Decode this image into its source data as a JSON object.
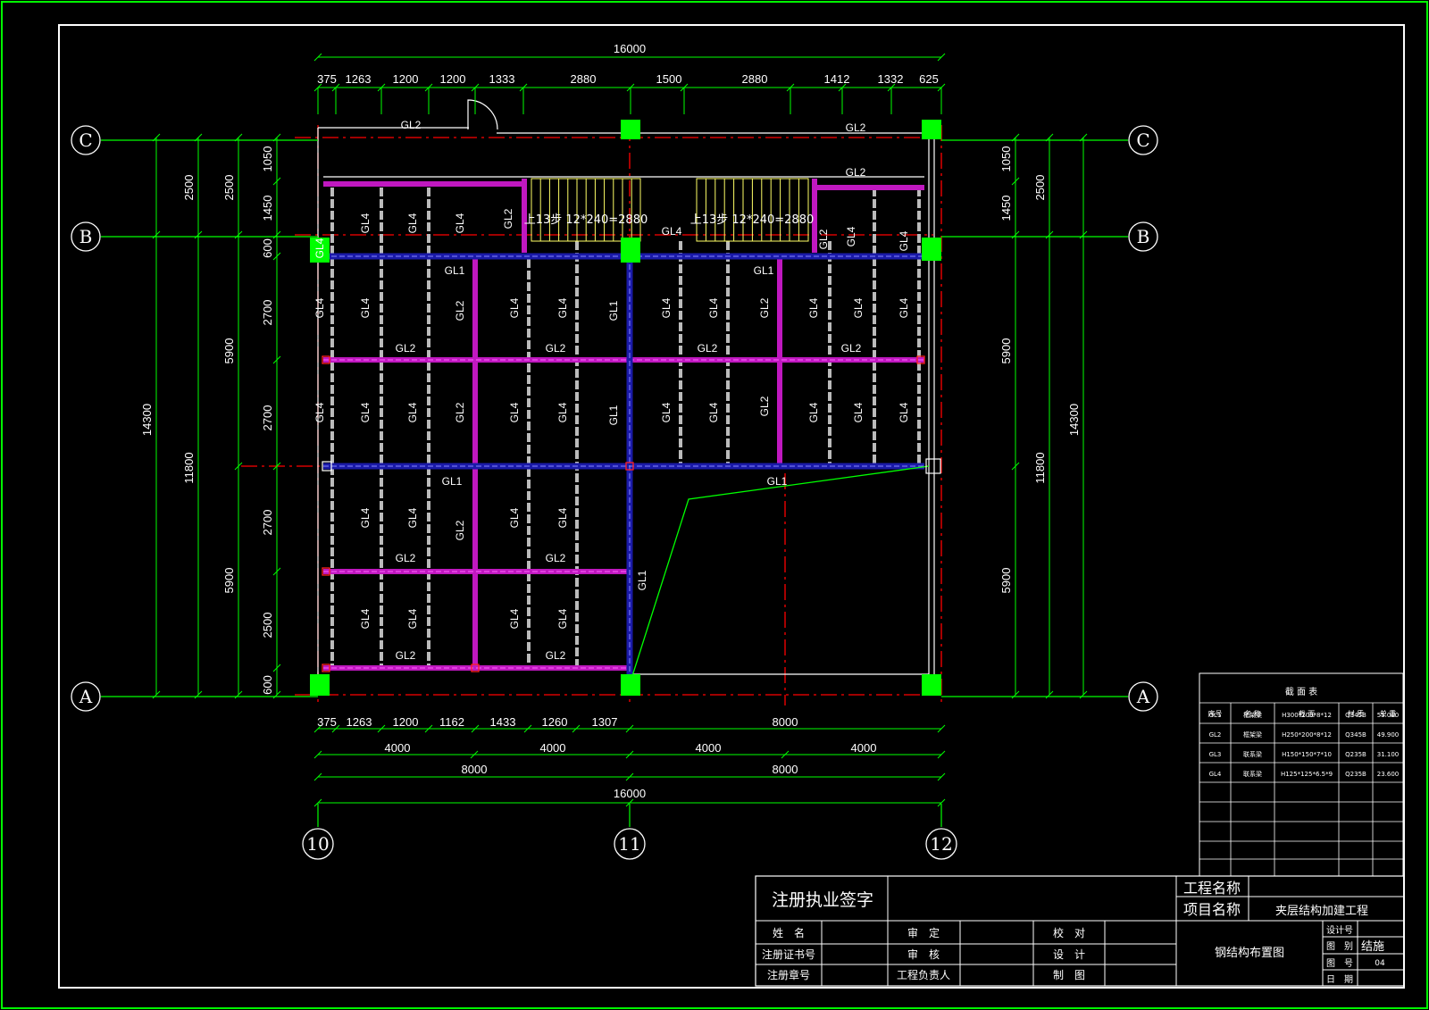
{
  "drawing": {
    "top_total": "16000",
    "top_dims": [
      "375",
      "1263",
      "1200",
      "1200",
      "1333",
      "2880",
      "1500",
      "2880",
      "1412",
      "1332",
      "625"
    ],
    "bottom_dims_row1": [
      "375",
      "1263",
      "1200",
      "1162",
      "1433",
      "1260",
      "1307",
      "8000"
    ],
    "bottom_dims_row2": [
      "4000",
      "4000",
      "4000",
      "4000"
    ],
    "bottom_dims_row3": [
      "8000",
      "8000"
    ],
    "bottom_total": "16000",
    "left_dims_outer": [
      "14300"
    ],
    "left_dims_mid": [
      "11800"
    ],
    "left_dims_col1": [
      "2500"
    ],
    "left_dims_col2": [
      "2500",
      "5900",
      "5900"
    ],
    "left_dims_inner": [
      "1050",
      "1450",
      "600",
      "2700",
      "2700",
      "2700",
      "2500",
      "600"
    ],
    "right_dims_inner": [
      "1050",
      "1450",
      "5900",
      "5900"
    ],
    "right_dims_mid": [
      "2500",
      "11800"
    ],
    "right_dims_outer": [
      "14300"
    ],
    "axes_rows": [
      "C",
      "B",
      "A"
    ],
    "axes_cols": [
      "10",
      "11",
      "12"
    ],
    "beam_labels": {
      "gl1": "GL1",
      "gl2": "GL2",
      "gl4": "GL4"
    },
    "stair_left": "上13步  12*240=2880",
    "stair_right": "上13步  12*240=2880"
  },
  "section_table": {
    "title": "截 面 表",
    "headers": [
      "序号",
      "名 称",
      "截 面",
      "材 质",
      "单 重"
    ],
    "rows": [
      [
        "GL1",
        "框架梁",
        "H300*200*8*12",
        "Q345B",
        "55.000"
      ],
      [
        "GL2",
        "框架梁",
        "H250*200*8*12",
        "Q345B",
        "49.900"
      ],
      [
        "GL3",
        "联系梁",
        "H150*150*7*10",
        "Q235B",
        "31.100"
      ],
      [
        "GL4",
        "联系梁",
        "H125*125*6.5*9",
        "Q235B",
        "23.600"
      ]
    ]
  },
  "title_block": {
    "signature_title": "注册执业签字",
    "left_labels": [
      "姓　名",
      "注册证书号",
      "注册章号"
    ],
    "mid_labels": [
      "审　定",
      "审　核",
      "工程负责人"
    ],
    "right_labels": [
      "校　对",
      "设　计",
      "制　图"
    ],
    "project_name_label": "工程名称",
    "item_name_label": "项目名称",
    "item_name_value": "夹层结构加建工程",
    "drawing_title": "钢结构布置图",
    "side_labels": [
      "设计号",
      "图　别",
      "图　号",
      "日　期"
    ],
    "drawing_category": "结施",
    "drawing_number": "04"
  },
  "colors": {
    "frame": "#00ff00",
    "dim_line": "#00ff00",
    "beam_gl1": "#1a1aa8",
    "beam_gl2": "#c018c0",
    "beam_gl4": "#c8c8c8",
    "column": "#00ff00",
    "axis_center": "#ff0000",
    "stair": "#ffff66"
  }
}
